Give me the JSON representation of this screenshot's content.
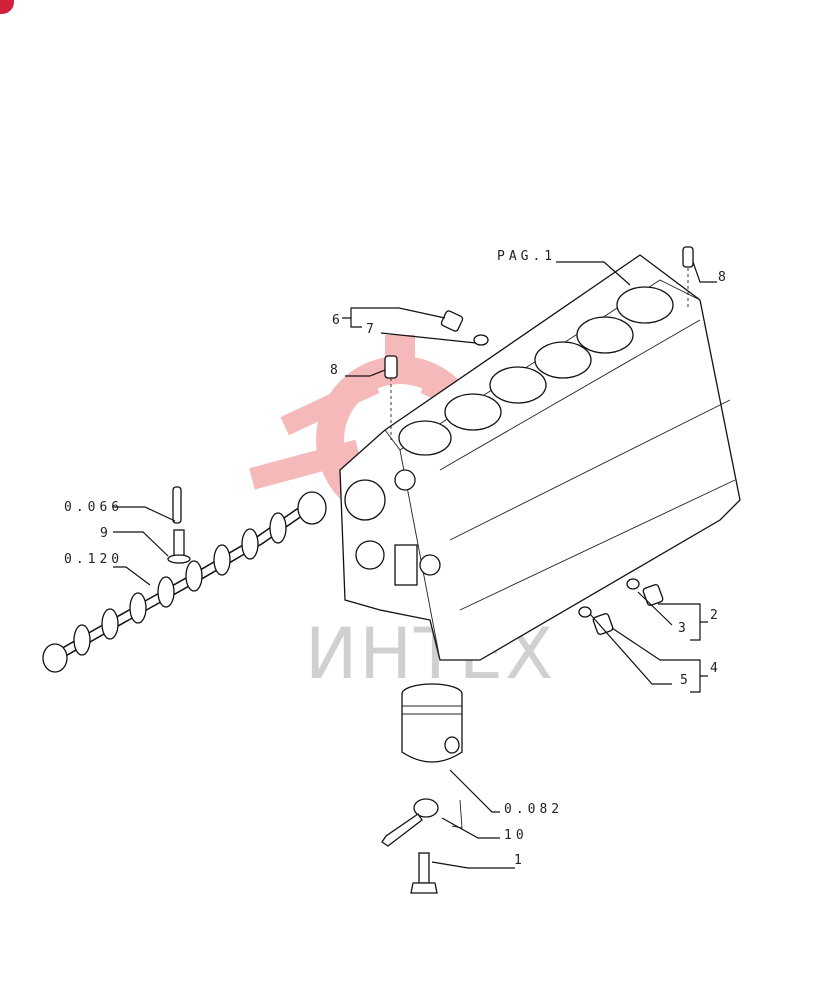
{
  "watermark": {
    "text": "ИНТЕХ",
    "color": "#e63a3a"
  },
  "labels": {
    "pag": "PAG.1",
    "c8_top": "8",
    "c6": "6",
    "c7": "7",
    "c8_left": "8",
    "c0066": "0.066",
    "c9": "9",
    "c0120": "0.120",
    "c2": "2",
    "c3": "3",
    "c4": "4",
    "c5": "5",
    "c0082": "0.082",
    "c10": "10",
    "c1": "1"
  },
  "colors": {
    "badge": "#d0203a",
    "line": "#111111"
  }
}
